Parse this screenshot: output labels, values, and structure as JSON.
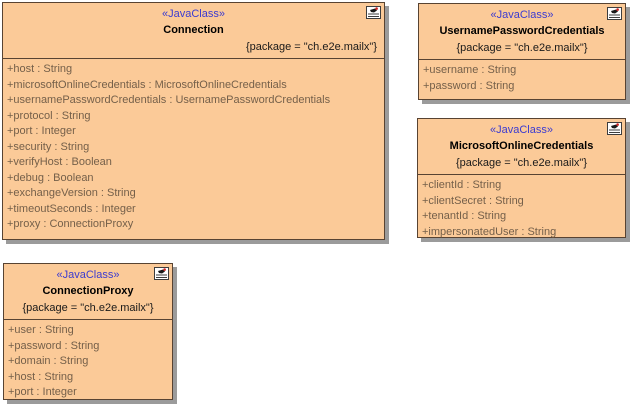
{
  "diagram": {
    "kind": "uml-class-diagram",
    "colors": {
      "class_fill": "#FBCA98",
      "class_border": "#584332",
      "shadow": "#9b9b9b",
      "stereotype_text": "#3B3BD1",
      "name_text": "#000000",
      "package_text": "#1a1a1a",
      "attribute_text": "#75604A",
      "background": "#ffffff"
    },
    "icons": {
      "corner_icon": "class-diagram-icon"
    },
    "classes": [
      {
        "stereotype": "«JavaClass»",
        "name": "Connection",
        "package": "{package = \"ch.e2e.mailx\"}",
        "attributes": [
          "+host : String",
          "+microsoftOnlineCredentials : MicrosoftOnlineCredentials",
          "+usernamePasswordCredentials : UsernamePasswordCredentials",
          "+protocol : String",
          "+port : Integer",
          "+security : String",
          "+verifyHost : Boolean",
          "+debug : Boolean",
          "+exchangeVersion : String",
          "+timeoutSeconds : Integer",
          "+proxy : ConnectionProxy"
        ]
      },
      {
        "stereotype": "«JavaClass»",
        "name": "UsernamePasswordCredentials",
        "package": "{package = \"ch.e2e.mailx\"}",
        "attributes": [
          "+username : String",
          "+password : String"
        ]
      },
      {
        "stereotype": "«JavaClass»",
        "name": "MicrosoftOnlineCredentials",
        "package": "{package = \"ch.e2e.mailx\"}",
        "attributes": [
          "+clientId : String",
          "+clientSecret : String",
          "+tenantId : String",
          "+impersonatedUser : String"
        ]
      },
      {
        "stereotype": "«JavaClass»",
        "name": "ConnectionProxy",
        "package": "{package = \"ch.e2e.mailx\"}",
        "attributes": [
          "+user : String",
          "+password : String",
          "+domain : String",
          "+host : String",
          "+port : Integer"
        ]
      }
    ]
  }
}
